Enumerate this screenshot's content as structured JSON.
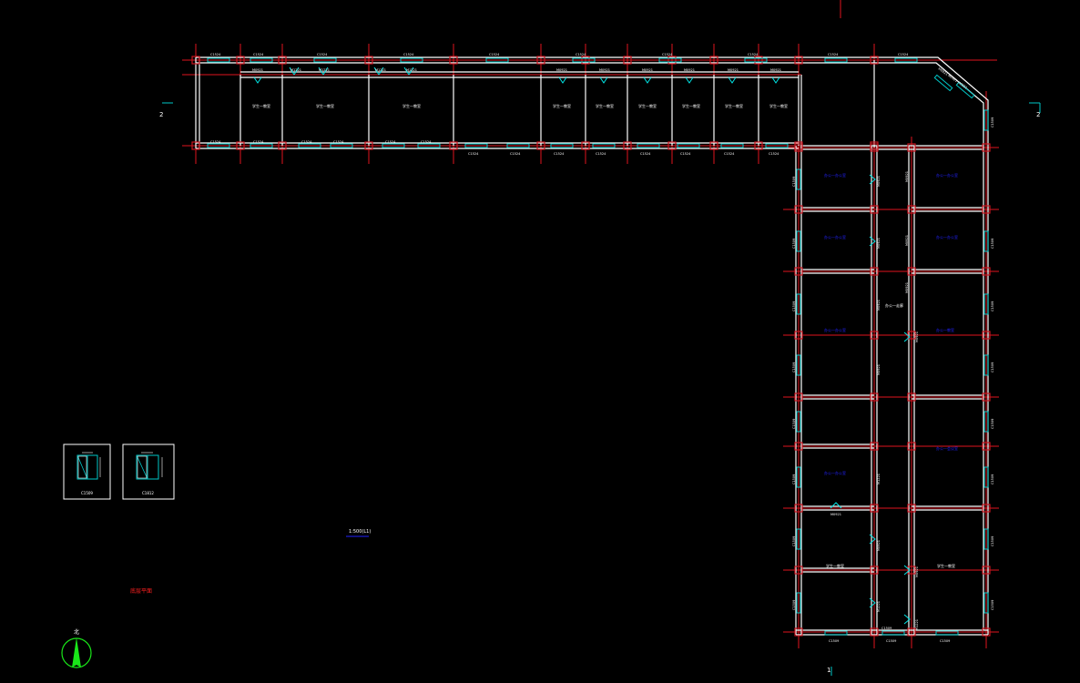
{
  "drawing": {
    "colors": {
      "background": "#000000",
      "axis": "#e0141e",
      "wall": "#ffffff",
      "column": "#c8141e",
      "window": "#00c8c8",
      "door": "#00e6e6",
      "label": "#ffffff",
      "blue_label": "#2222ff",
      "red_note": "#ff2020",
      "north": "#19e619"
    },
    "grid_tags": {
      "left_2": "2",
      "right_2": "2",
      "bottom_1": "1"
    },
    "north_label": "北",
    "red_note": "底层平面",
    "plan_title": "1:500(L1)",
    "legend": [
      {
        "caption": "C1509"
      },
      {
        "caption": "C1812"
      }
    ],
    "top_windows": [
      "C1524",
      "C1524",
      "C1524",
      "C1524",
      "C1524",
      "C1524",
      "C1524",
      "C1524",
      "C1524",
      "C1524"
    ],
    "bottom_windows": [
      "C1524",
      "C1524",
      "C1524",
      "C1524",
      "C1524",
      "C1524",
      "C1524",
      "C1524",
      "C1524",
      "C1524",
      "C1524",
      "C1524",
      "C1524",
      "C1524",
      "C1524",
      "C1524"
    ],
    "top_doors": [
      "M0921",
      "M1221",
      "M1221",
      "M1221",
      "M1221",
      "M0921",
      "M0921",
      "M0921",
      "M0921",
      "M0921",
      "M0921",
      "M0921"
    ],
    "room_labels_top": [
      "学生一教室",
      "学生一教室",
      "学生一教室",
      "学生一教室",
      "学生一教室",
      "学生一教室",
      "学生一教室",
      "学生一教室",
      "学生一教室"
    ],
    "corner_doors": "M0921 M0921 M0921",
    "east_blue_labels": [
      "办公一办公室",
      "办公一办公室",
      "办公一办公室",
      "办公一办公室",
      "办公一办公室",
      "办公一教室",
      "办公一会议室",
      "办公一办公室"
    ],
    "east_side_windows": [
      "C1509",
      "C1509",
      "C1509",
      "C1509",
      "C1509",
      "C1509",
      "C1509",
      "C1509",
      "C1509",
      "C1509",
      "C1509",
      "C1509",
      "C1509",
      "C1509"
    ],
    "east_doors": [
      "M0921",
      "M0921",
      "M0921",
      "M0921",
      "M1221",
      "M0921",
      "M1221",
      "M0921",
      "M0921",
      "M1221",
      "M0921",
      "M1221",
      "M0921",
      "M1221",
      "M0921"
    ],
    "east_white_labels": [
      "办公一走廊",
      "学生一教室",
      "学生一教室"
    ],
    "bottom_east_windows": [
      "C1509",
      "C1509",
      "C1509"
    ]
  }
}
